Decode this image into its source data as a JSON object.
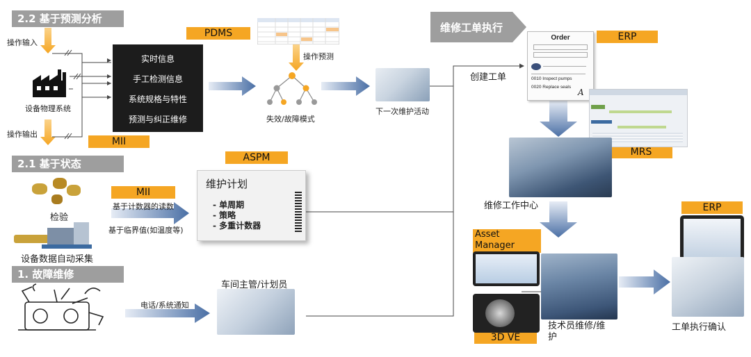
{
  "sections": {
    "predictive": "2.2 基于预测分析",
    "condition": "2.1 基于状态",
    "breakdown": "1. 故障维修",
    "work_order": "维修工单执行"
  },
  "tags": {
    "pdms": "PDMS",
    "mii_top": "MII",
    "aspm": "ASPM",
    "mii_mid": "MII",
    "erp_top": "ERP",
    "mrs": "MRS",
    "asset_manager": "Asset\nManager",
    "erp_right": "ERP",
    "ve3d": "3D VE"
  },
  "labels": {
    "op_input": "操作输入",
    "op_output": "操作输出",
    "equipment": "设备物理系统",
    "op_predict": "操作预测",
    "failure_mode": "失效/故障模式",
    "next_activity": "下一次维护活动",
    "create_order": "创建工单",
    "inspection": "检验",
    "auto_collect": "设备数据自动采集",
    "counter_reading": "基于计数器的读数",
    "threshold": "基于临界值(如温度等)",
    "phone_notice": "电话/系统通知",
    "supervisor": "车间主管/计划员",
    "work_center": "维修工作中心",
    "technician": "技术员维修/维护",
    "confirm": "工单执行确认"
  },
  "info_box": [
    "实时信息",
    "手工检测信息",
    "系统规格与特性",
    "预测与纠正维修"
  ],
  "maintenance_plan": {
    "title": "维护计划",
    "items": [
      "- 单周期",
      "- 策略",
      "- 多重计数器"
    ]
  },
  "order_form": {
    "title": "Order",
    "lines": [
      "0010 Inspect pumps",
      "0020 Replace seals"
    ]
  },
  "colors": {
    "orange": "#f5a623",
    "gray_tag": "#9e9e9e",
    "flow_blue": "#4a6fa5"
  }
}
